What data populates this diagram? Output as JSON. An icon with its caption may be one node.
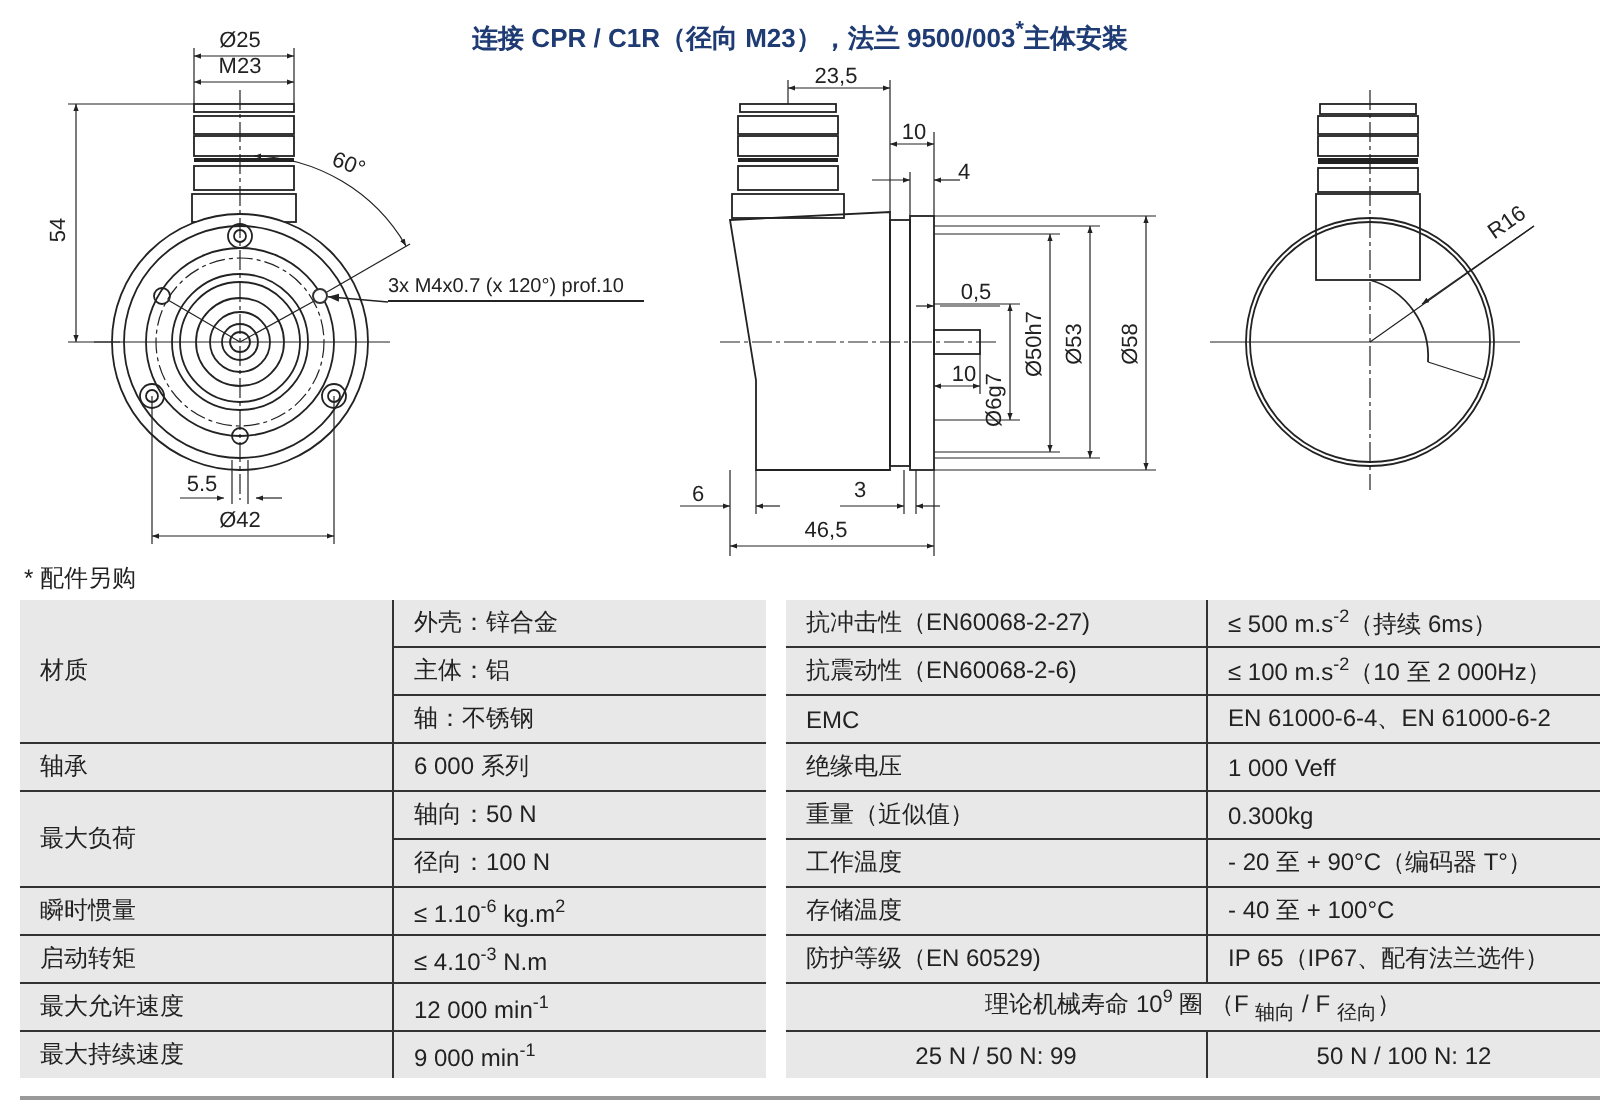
{
  "diagram": {
    "title": "连接 CPR / C1R（径向 M23），法兰 9500/003$^{*}$主体安装",
    "nodes": [
      {
        "text": [
          "3x M4x0.7 (x 120°) prof.10"
        ]
      },
      {
        "text": [],
        "shape": "circle"
      }
    ],
    "edges": [
      {
        "from": 0,
        "to": 1,
        "arrow": "to"
      }
    ],
    "labels": [
      "Ø25",
      "M23",
      "54",
      "60°",
      "5.5",
      "Ø42",
      "23,5",
      "10",
      "4",
      "0,5",
      "Ø50h7",
      "Ø53",
      "Ø58",
      "Ø6g7",
      "10",
      "6",
      "3",
      "46,5",
      "R16",
      "* 配件另购",
      "材质",
      "外壳：锌合金",
      "主体：铝",
      "轴：不锈钢",
      "轴承",
      "6 000 系列",
      "最大负荷",
      "轴向：50 N",
      "径向：100 N",
      "瞬时惯量",
      "≤ 1.10$^{-6}$ kg.m$^{2}$",
      "启动转矩",
      "≤ 4.10$^{-3}$ N.m",
      "最大允许速度",
      "12 000 min$^{-1}$",
      "最大持续速度",
      "9 000 min$^{-1}$",
      "抗冲击性（EN60068-2-27)",
      "≤ 500 m.s$^{-2}$（持续  6ms）",
      "抗震动性（EN60068-2-6)",
      "≤ 100 m.s$^{-2}$（10 至 2 000Hz）",
      "EMC",
      "EN 61000-6-4、EN 61000-6-2",
      "绝缘电压",
      "1 000 Veff",
      "重量（近似值）",
      "0.300kg",
      "工作温度",
      "- 20 至 + 90°C（编码器 T°）",
      "存储温度",
      "- 40 至 + 100°C",
      "防护等级（EN 60529)",
      "IP 65（IP67、配有法兰选件）",
      "理论机械寿命 10$^{9}$ 圈 （F $_{轴向}$ / F $_{径向}$）",
      "25 N / 50 N: 99",
      "50 N / 100 N: 12"
    ]
  }
}
